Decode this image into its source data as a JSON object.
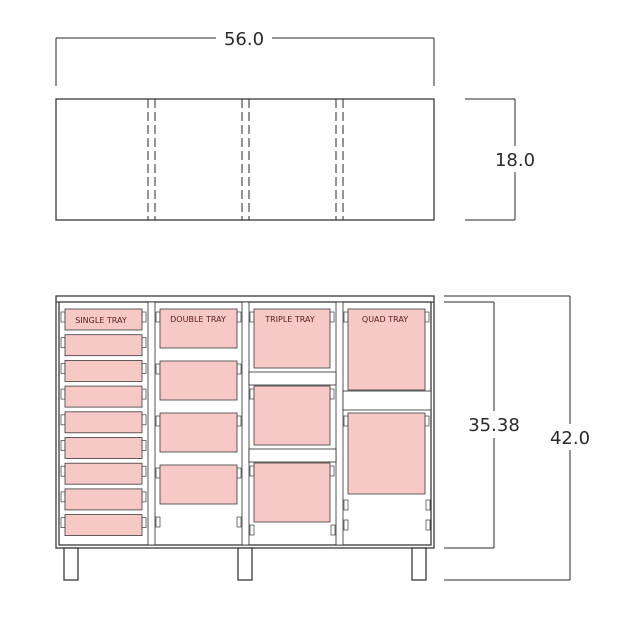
{
  "dimensions": {
    "width": "56.0",
    "depth": "18.0",
    "inner_height": "35.38",
    "total_height": "42.0"
  },
  "columns": [
    {
      "label": "SINGLE TRAY",
      "tray_count": 9
    },
    {
      "label": "DOUBLE TRAY",
      "tray_count": 4
    },
    {
      "label": "TRIPLE TRAY",
      "tray_count": 3
    },
    {
      "label": "QUAD TRAY",
      "tray_count": 2
    }
  ],
  "colors": {
    "tray_fill": "#f6c9c6",
    "line": "#2a2a2a"
  }
}
